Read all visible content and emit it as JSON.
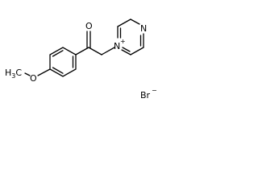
{
  "structure": {
    "atoms": {
      "methoxy_carbon": "CH3",
      "methoxy_carbon_prefix": "H",
      "methoxy_carbon_subscript": "3",
      "methoxy_carbon_suffix": "C",
      "ether_oxygen": "O",
      "ketone_oxygen": "O",
      "pyrazinium_nitrogen": "N",
      "pyrazinium_charge": "+",
      "pyrazine_nitrogen": "N"
    },
    "counterion": {
      "symbol": "Br",
      "charge": "−"
    }
  }
}
